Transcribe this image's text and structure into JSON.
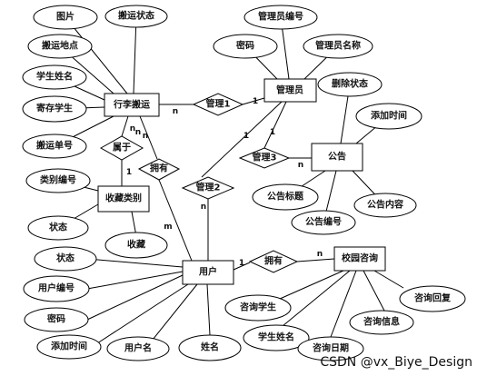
{
  "entities": {
    "luggage": "行李搬运",
    "admin": "管理员",
    "notice": "公告",
    "category": "收藏类别",
    "user": "用户",
    "campus_inquiry": "校园咨询"
  },
  "relationships": {
    "manage1": "管理1",
    "manage2": "管理2",
    "manage3": "管理3",
    "belongs": "属于",
    "owns_left": "拥有",
    "owns_right": "拥有"
  },
  "attributes": {
    "luggage_image": "图片",
    "luggage_status": "搬运状态",
    "luggage_location": "搬运地点",
    "luggage_student_name": "学生姓名",
    "luggage_storage_student": "寄存学生",
    "luggage_order_no": "搬运单号",
    "admin_no": "管理员编号",
    "admin_password": "密码",
    "admin_name": "管理员名称",
    "notice_delete_status": "删除状态",
    "notice_add_time": "添加时间",
    "notice_title": "公告标题",
    "notice_content": "公告内容",
    "notice_no": "公告编号",
    "category_no": "类别编号",
    "category_status": "状态",
    "category_collect": "收藏",
    "user_status": "状态",
    "user_no": "用户编号",
    "user_password": "密码",
    "user_add_time": "添加时间",
    "user_username": "用户名",
    "user_name": "姓名",
    "inquiry_student": "咨询学生",
    "inquiry_student_name": "学生姓名",
    "inquiry_date": "咨询日期",
    "inquiry_info": "咨询信息",
    "inquiry_reply": "咨询回复"
  },
  "cardinalities": {
    "luggage_manage1": "n",
    "admin_manage1": "1",
    "admin_manage2": "1",
    "admin_manage3": "1",
    "notice_manage3": "n",
    "luggage_belongs_1": "n",
    "luggage_belongs_2": "n",
    "category_belongs": "1",
    "luggage_owns": "n",
    "user_owns_left": "m",
    "user_manage2": "n",
    "user_owns_right": "1",
    "inquiry_owns_right": "n"
  },
  "watermark": "CSDN @vx_Biye_Design"
}
